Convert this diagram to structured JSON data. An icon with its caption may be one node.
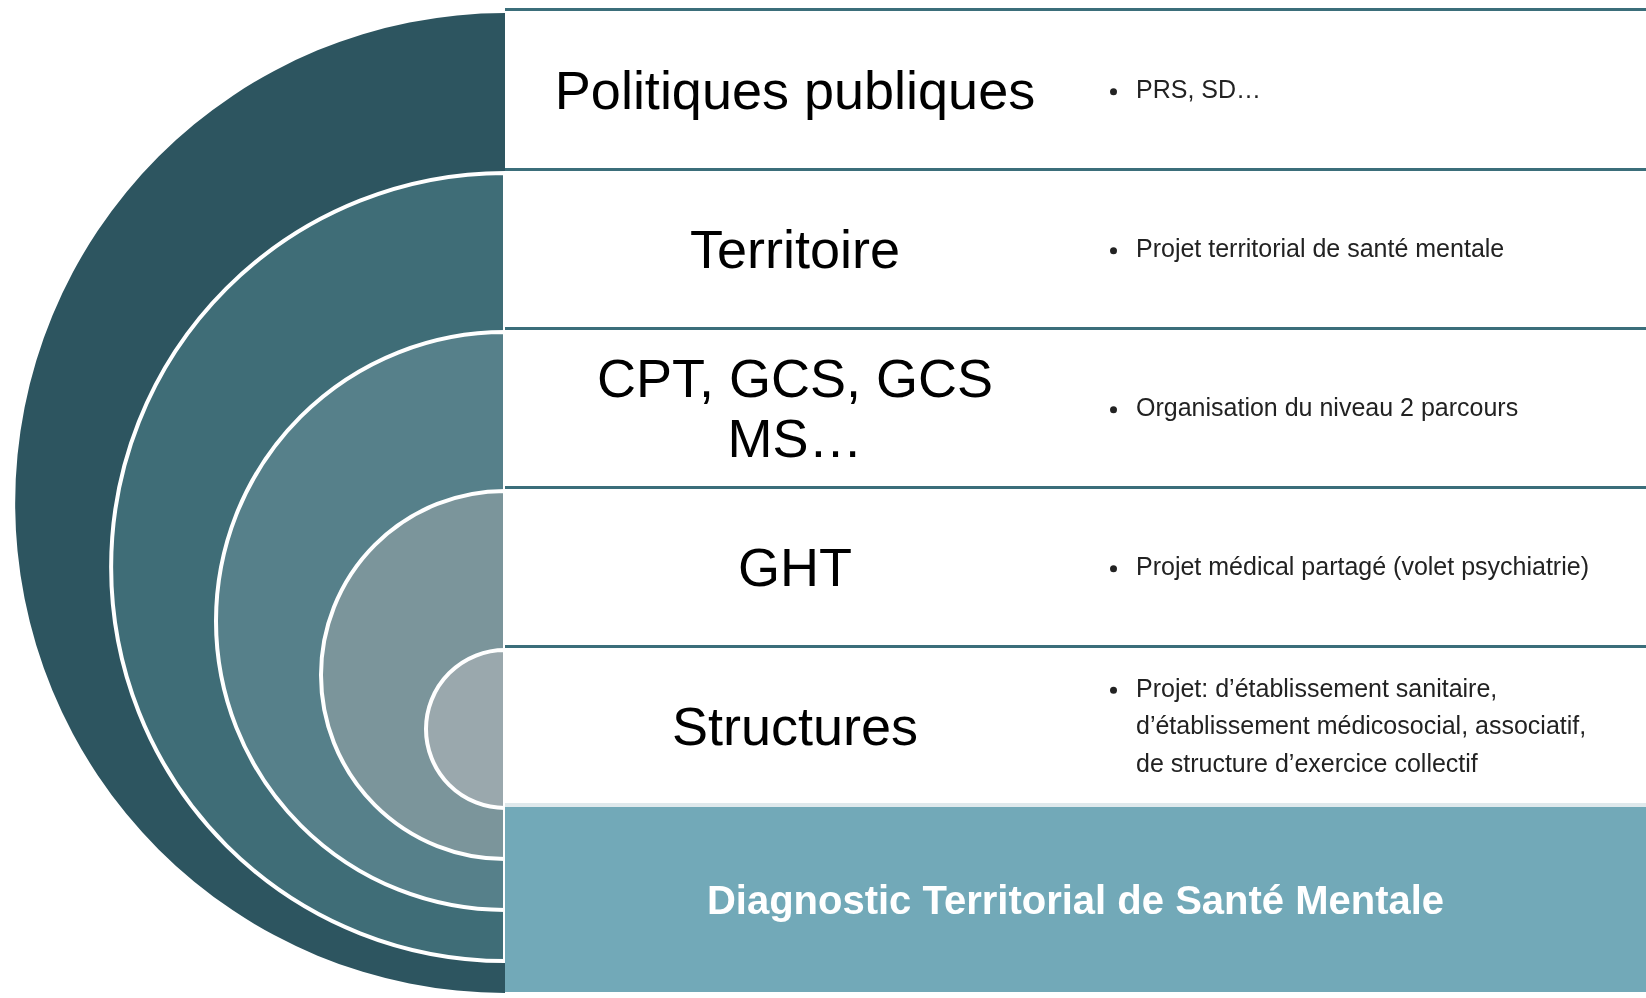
{
  "diagram": {
    "nodes": [
      {
        "text": [
          "Politiques publiques",
          "PRS, SD…"
        ]
      },
      {
        "text": [
          "Territoire",
          "Projet territorial de santé mentale"
        ]
      },
      {
        "text": [
          "CPT, GCS, GCS MS…",
          "Organisation du niveau 2 parcours"
        ]
      },
      {
        "text": [
          "GHT",
          "Projet médical partagé (volet psychiatrie)"
        ]
      },
      {
        "text": [
          "Structures",
          "Projet: d’établissement sanitaire, d’établissement médicosocial, associatif, de structure d’exercice collectif"
        ]
      },
      {
        "text": [
          "Diagnostic Territorial de Santé Mentale"
        ]
      }
    ]
  }
}
